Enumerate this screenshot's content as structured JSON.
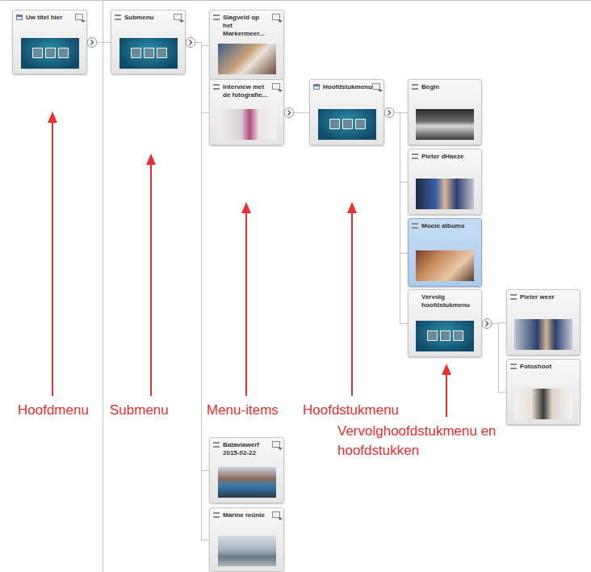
{
  "diagram": {
    "nodes": [
      {
        "text": [
          "Uw titel hier"
        ]
      },
      {
        "text": [
          "Submenu"
        ]
      },
      {
        "text": [
          "Slagveld op het Markermeer..."
        ]
      },
      {
        "text": [
          "Interview met de fotografie..."
        ]
      },
      {
        "text": [
          "Hoofdstukmenu"
        ]
      },
      {
        "text": [
          "Begin"
        ]
      },
      {
        "text": [
          "Pieter dHaeze"
        ]
      },
      {
        "text": [
          "Mooie albums"
        ]
      },
      {
        "text": [
          "Vervolg hoofdstukmenu"
        ]
      },
      {
        "text": [
          "Pieter weer"
        ]
      },
      {
        "text": [
          "Fotoshoot"
        ]
      },
      {
        "text": [
          "Bataviawerf 2015-02-22"
        ]
      },
      {
        "text": [
          "Marine reünie"
        ]
      }
    ],
    "edges": [
      {
        "from": 0,
        "to": 1,
        "arrow": "none"
      },
      {
        "from": 1,
        "to": 2,
        "arrow": "none"
      },
      {
        "from": 1,
        "to": 3,
        "arrow": "none"
      },
      {
        "from": 1,
        "to": 11,
        "arrow": "none"
      },
      {
        "from": 1,
        "to": 12,
        "arrow": "none"
      },
      {
        "from": 3,
        "to": 4,
        "arrow": "none"
      },
      {
        "from": 4,
        "to": 5,
        "arrow": "none"
      },
      {
        "from": 4,
        "to": 6,
        "arrow": "none"
      },
      {
        "from": 4,
        "to": 7,
        "arrow": "none"
      },
      {
        "from": 4,
        "to": 8,
        "arrow": "none"
      },
      {
        "from": 8,
        "to": 9,
        "arrow": "none"
      },
      {
        "from": 8,
        "to": 10,
        "arrow": "none"
      }
    ],
    "labels": [
      "Hoofdmenu",
      "Submenu",
      "Menu-items",
      "Hoofdstukmenu",
      "Vervolghoofdstukmenu en hoofdstukken"
    ]
  }
}
